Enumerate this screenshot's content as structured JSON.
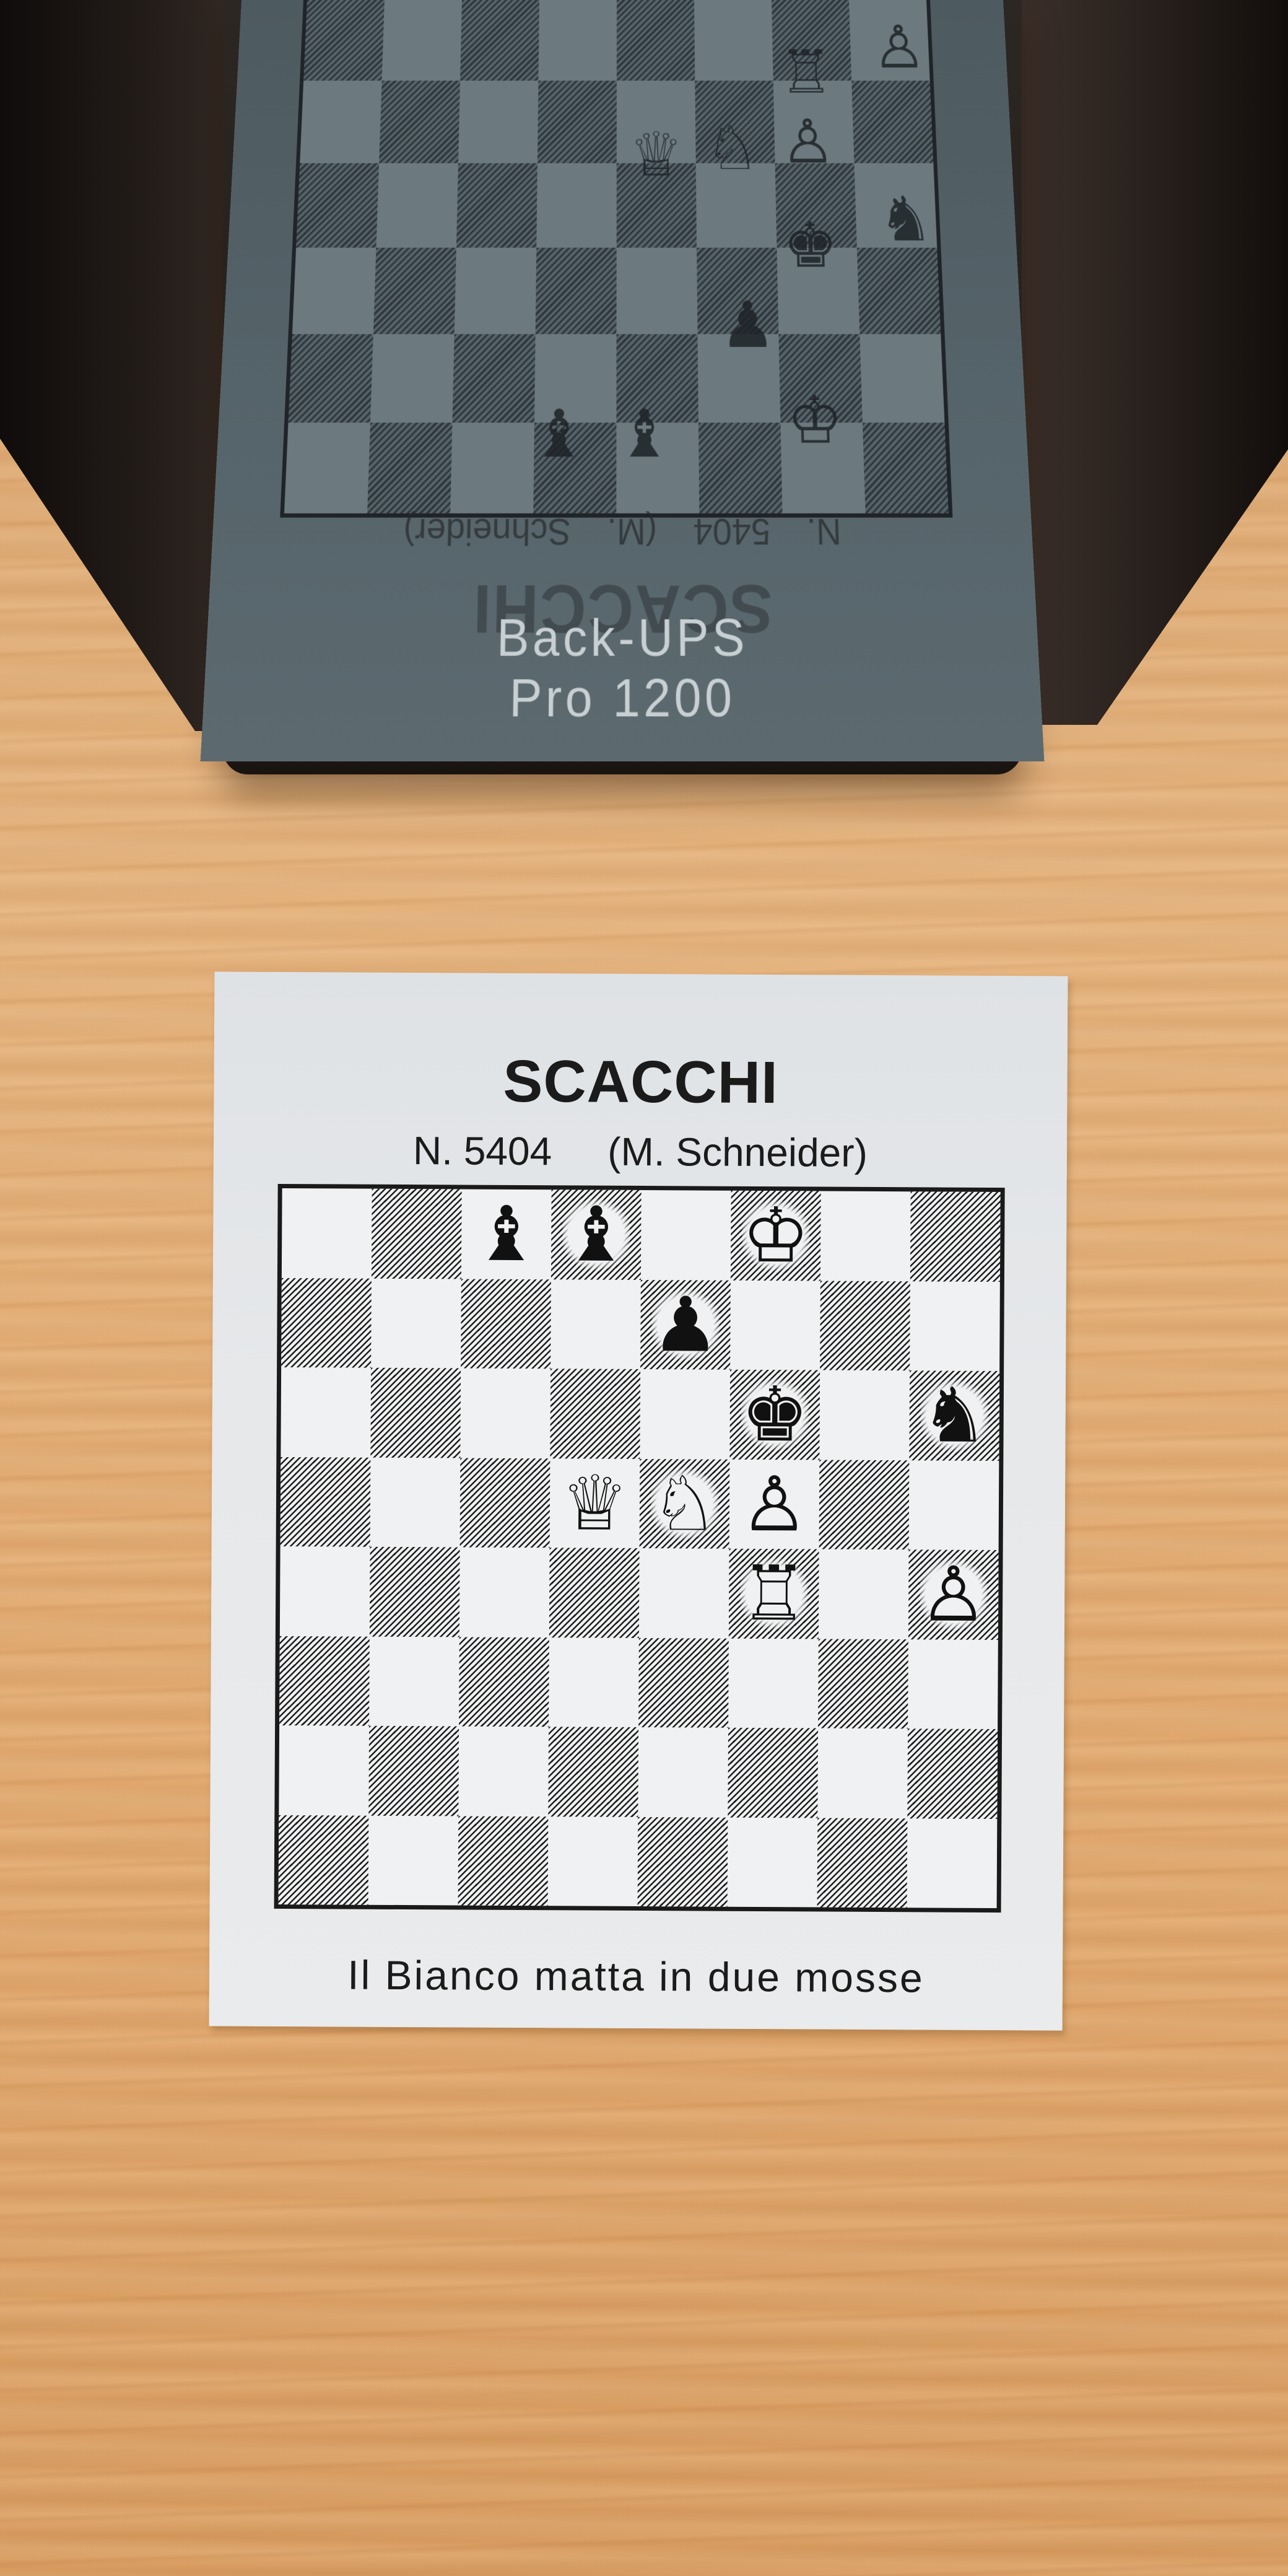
{
  "ups": {
    "model_line_1": "Back-UPS",
    "model_line_2": "Pro 1200",
    "mirrored_title": "SCACCHI",
    "mirrored_subtitle": "N. 5404 (M. Schneider)"
  },
  "clipping": {
    "title": "SCACCHI",
    "problem_number": "N. 5404",
    "composer": "(M. Schneider)",
    "caption": "Il Bianco matta in due mosse"
  },
  "board": {
    "ranks": 8,
    "files": 8,
    "pieces": [
      {
        "square": "c8",
        "piece": "bishop",
        "color": "black",
        "glyph": "♝"
      },
      {
        "square": "d8",
        "piece": "bishop",
        "color": "black",
        "glyph": "♝"
      },
      {
        "square": "f8",
        "piece": "king",
        "color": "white",
        "glyph": "♔"
      },
      {
        "square": "e7",
        "piece": "pawn",
        "color": "black",
        "glyph": "♟"
      },
      {
        "square": "f6",
        "piece": "king",
        "color": "black",
        "glyph": "♚"
      },
      {
        "square": "h6",
        "piece": "knight",
        "color": "black",
        "glyph": "♞"
      },
      {
        "square": "d5",
        "piece": "queen",
        "color": "white",
        "glyph": "♕"
      },
      {
        "square": "e5",
        "piece": "knight",
        "color": "white",
        "glyph": "♘"
      },
      {
        "square": "f5",
        "piece": "pawn",
        "color": "white",
        "glyph": "♙"
      },
      {
        "square": "f4",
        "piece": "rook",
        "color": "white",
        "glyph": "♖"
      },
      {
        "square": "h4",
        "piece": "pawn",
        "color": "white",
        "glyph": "♙"
      }
    ]
  },
  "colors": {
    "wood": "#e0a66c",
    "ups_body": "#211b18",
    "ups_panel": "#56656b",
    "paper": "#e6e8ea",
    "ink": "#1b1b1b"
  }
}
